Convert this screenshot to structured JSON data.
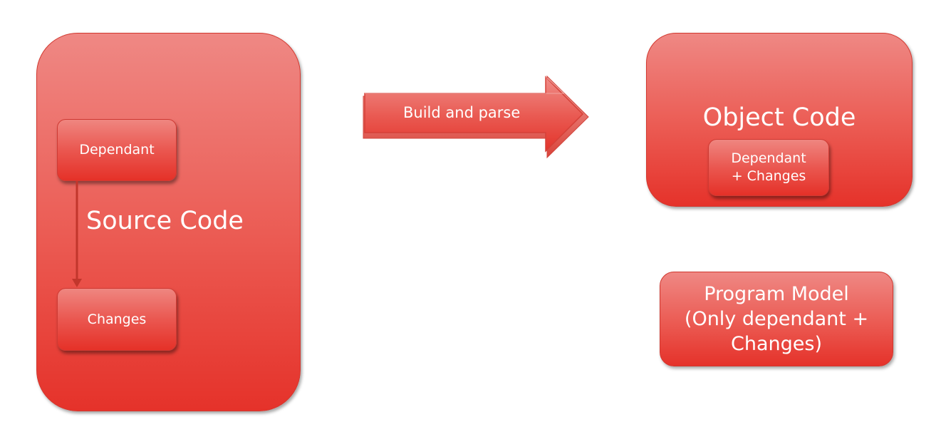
{
  "diagram": {
    "source": {
      "label": "Source Code",
      "dependant_label": "Dependant",
      "changes_label": "Changes"
    },
    "build_arrow": {
      "label": "Build and parse"
    },
    "object": {
      "label": "Object Code",
      "inner_label": "Dependant\n+ Changes"
    },
    "program_model": {
      "label": "Program Model\n(Only dependant +\nChanges)"
    }
  },
  "colors": {
    "box_top": "#ef8884",
    "box_bottom": "#e5322a",
    "connector": "#c2362c",
    "background": "#ffffff"
  }
}
